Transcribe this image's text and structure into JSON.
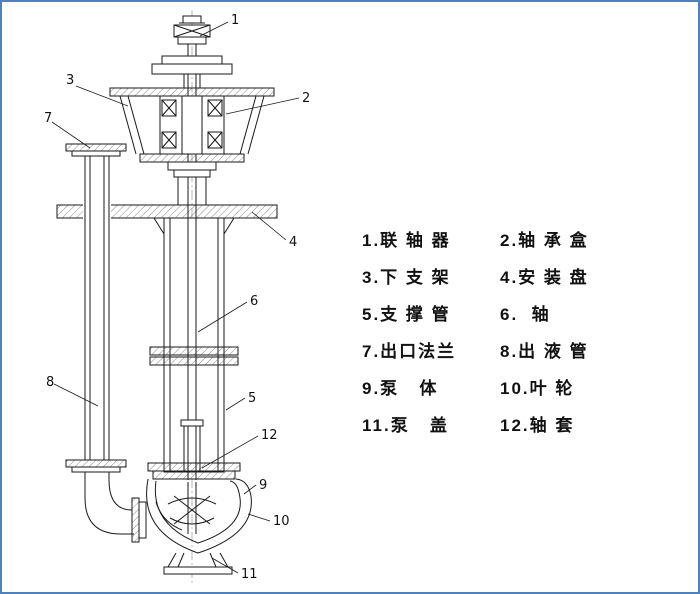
{
  "frame": {
    "border_color": "#4f81bd",
    "background": "#ffffff"
  },
  "callouts": [
    "1",
    "2",
    "3",
    "4",
    "5",
    "6",
    "7",
    "8",
    "9",
    "10",
    "11",
    "12"
  ],
  "legend": {
    "items": [
      "1.联 轴 器",
      "2.轴 承 盒",
      "3.下 支 架",
      "4.安 装 盘",
      "5.支 撑 管",
      "6.  轴",
      "7.出口法兰",
      "8.出 液 管",
      "9.泵   体",
      "10.叶 轮",
      "11.泵   盖",
      "12.轴 套"
    ]
  }
}
